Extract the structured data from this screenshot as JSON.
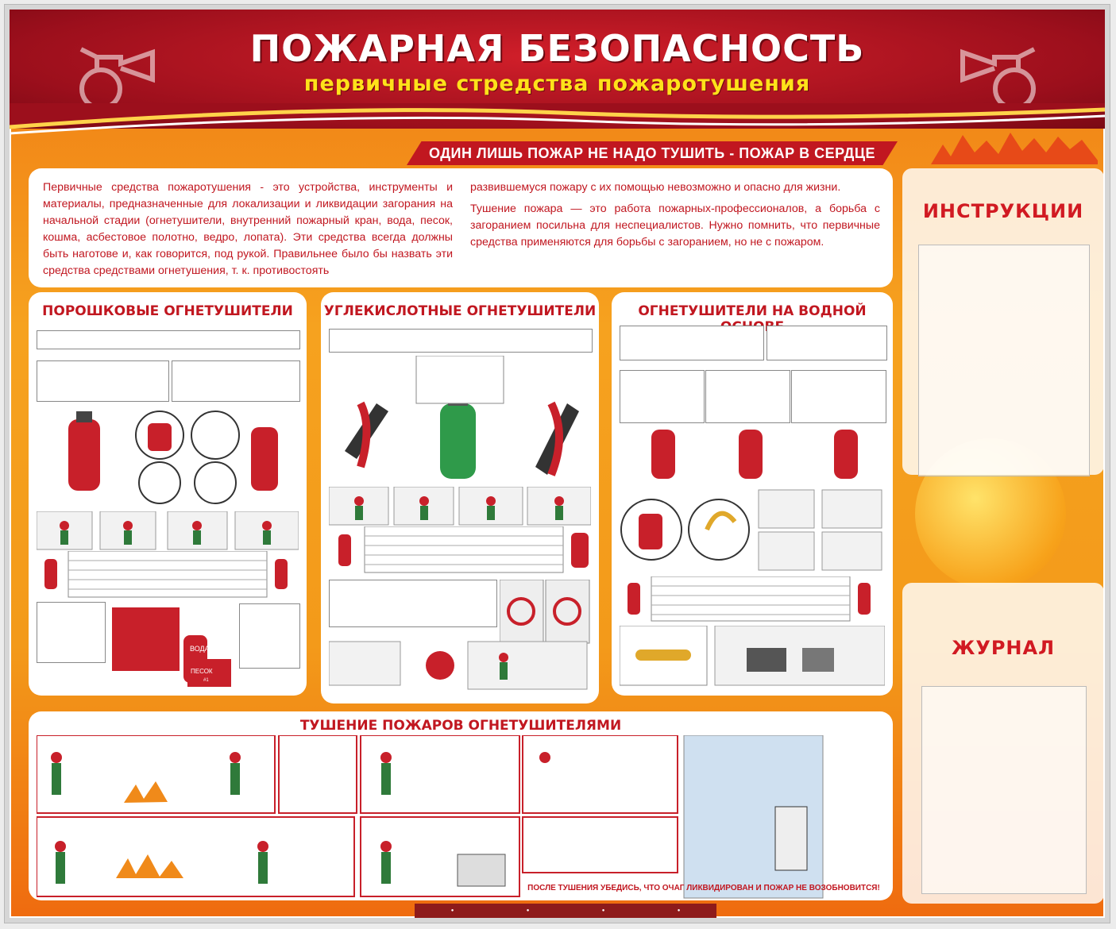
{
  "header": {
    "title": "ПОЖАРНАЯ БЕЗОПАСНОСТЬ",
    "subtitle": "первичные стредства пожаротушения"
  },
  "slogan": "ОДИН ЛИШЬ ПОЖАР НЕ НАДО ТУШИТЬ - ПОЖАР В СЕРДЦЕ",
  "intro": {
    "col1": "Первичные средства пожаротушения - это устройства, инструменты и материалы, предназначенные для локализации и ликвидации загорания на начальной стадии (огнетушители, внутренний пожарный кран, вода, песок, кошма, асбестовое полотно, ведро, лопата). Эти средства всегда должны быть наготове и, как говорится, под рукой. Правильнее было бы назвать эти средства средствами огнетушения, т. к. противостоять",
    "col2a": "развившемуся пожару с их помощью невозможно и опасно для жизни.",
    "col2b": "Тушение пожара — это работа пожарных-профессионалов, а борьба с загоранием посильна для неспециалистов. Нужно помнить, что первичные средства применяются для борьбы с загоранием, но не с пожаром."
  },
  "sections": {
    "powder": "ПОРОШКОВЫЕ ОГНЕТУШИТЕЛИ",
    "co2": "УГЛЕКИСЛОТНЫЕ ОГНЕТУШИТЕЛИ",
    "water": "ОГНЕТУШИТЕЛИ НА ВОДНОЙ ОСНОВЕ",
    "extinguishing": "ТУШЕНИЕ ПОЖАРОВ ОГНЕТУШИТЕЛЯМИ"
  },
  "labels": {
    "water_box": "ВОДА",
    "sand_box": "ПЕСОК",
    "sand_box_sub": "#1"
  },
  "footer_tagline": "ПОСЛЕ ТУШЕНИЯ УБЕДИСЬ, ЧТО ОЧАГ ЛИКВИДИРОВАН И ПОЖАР НЕ ВОЗОБНОВИТСЯ!",
  "sidebar": {
    "instructions": "ИНСТРУКЦИИ",
    "journal": "ЖУРНАЛ"
  },
  "colors": {
    "red": "#c11720",
    "yellow": "#ffe21a",
    "orange": "#f39a1a"
  }
}
